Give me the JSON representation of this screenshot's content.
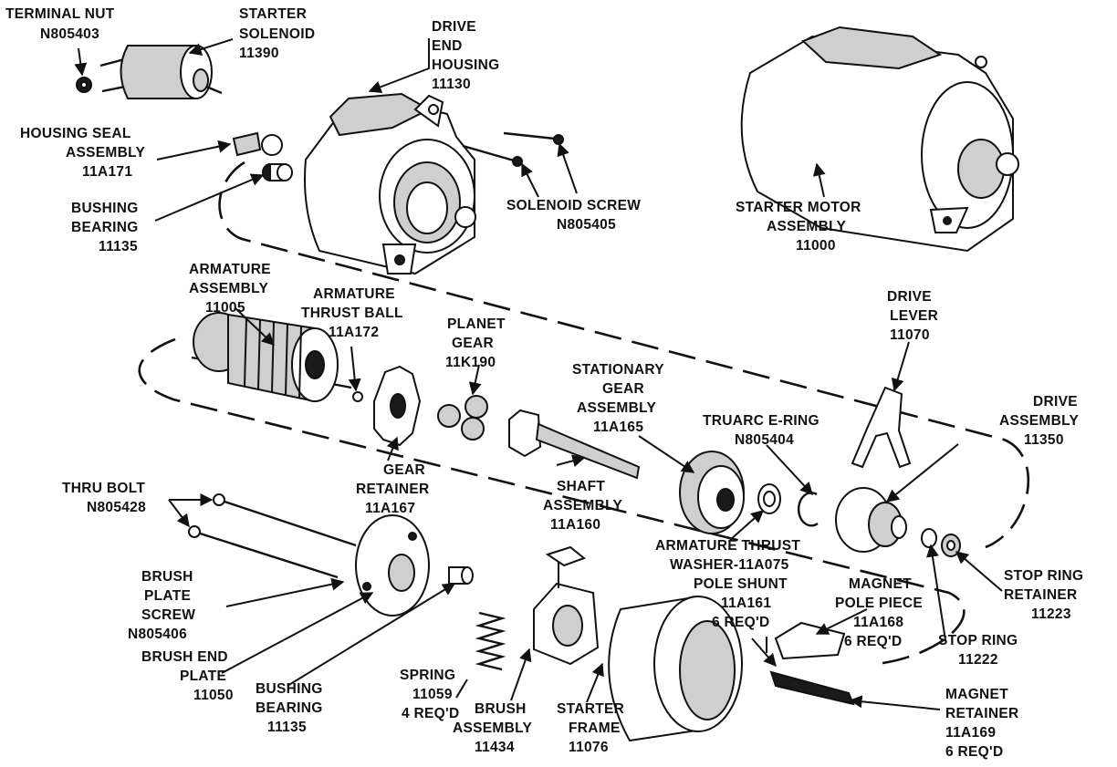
{
  "diagram": {
    "labels": {
      "terminal_nut": [
        "TERMINAL NUT",
        "N805403"
      ],
      "starter_solenoid": [
        "STARTER",
        "SOLENOID",
        "11390"
      ],
      "drive_end_housing": [
        "DRIVE",
        "END",
        "HOUSING",
        "11130"
      ],
      "housing_seal": [
        "HOUSING SEAL",
        "ASSEMBLY",
        "11A171"
      ],
      "bushing_bearing_top": [
        "BUSHING",
        "BEARING",
        "11135"
      ],
      "solenoid_screw": [
        "SOLENOID SCREW",
        "N805405"
      ],
      "starter_motor": [
        "STARTER MOTOR",
        "ASSEMBLY",
        "11000"
      ],
      "armature_assembly": [
        "ARMATURE",
        "ASSEMBLY",
        "11005"
      ],
      "armature_thrust_ball": [
        "ARMATURE",
        "THRUST BALL",
        "11A172"
      ],
      "planet_gear": [
        "PLANET",
        "GEAR",
        "11K190"
      ],
      "stationary_gear": [
        "STATIONARY",
        "GEAR",
        "ASSEMBLY",
        "11A165"
      ],
      "drive_lever": [
        "DRIVE",
        "LEVER",
        "11070"
      ],
      "truarc_ering": [
        "TRUARC E-RING",
        "N805404"
      ],
      "drive_assembly": [
        "DRIVE",
        "ASSEMBLY",
        "11350"
      ],
      "gear_retainer": [
        "GEAR",
        "RETAINER",
        "11A167"
      ],
      "shaft_assembly": [
        "SHAFT",
        "ASSEMBLY",
        "11A160"
      ],
      "thru_bolt": [
        "THRU BOLT",
        "N805428"
      ],
      "armature_thrust_washer": [
        "ARMATURE THRUST",
        "WASHER-11A075"
      ],
      "stop_ring_retainer": [
        "STOP RING",
        "RETAINER",
        "11223"
      ],
      "pole_shunt": [
        "POLE SHUNT",
        "11A161",
        "6 REQ'D"
      ],
      "magnet_pole_piece": [
        "MAGNET",
        "POLE PIECE",
        "11A168",
        "6 REQ'D"
      ],
      "brush_plate_screw": [
        "BRUSH",
        "PLATE",
        "SCREW",
        "N805406"
      ],
      "stop_ring": [
        "STOP RING",
        "11222"
      ],
      "brush_end_plate": [
        "BRUSH END",
        "PLATE",
        "11050"
      ],
      "bushing_bearing_bottom": [
        "BUSHING",
        "BEARING",
        "11135"
      ],
      "spring": [
        "SPRING",
        "11059",
        "4 REQ'D"
      ],
      "brush_assembly": [
        "BRUSH",
        "ASSEMBLY",
        "11434"
      ],
      "starter_frame": [
        "STARTER",
        "FRAME",
        "11076"
      ],
      "magnet_retainer": [
        "MAGNET",
        "RETAINER",
        "11A169",
        "6 REQ'D"
      ]
    }
  }
}
